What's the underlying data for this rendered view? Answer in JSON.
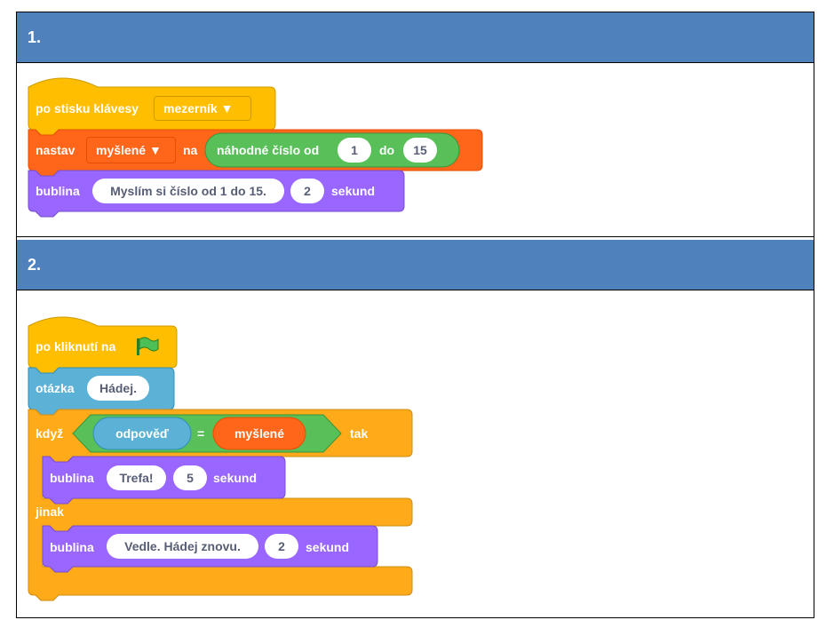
{
  "section1": {
    "number": "1.",
    "hat_label": "po stisku klávesy",
    "key_value": "mezerník",
    "set_label": "nastav",
    "set_variable": "myšlené",
    "set_to": "na",
    "random_label": "náhodné číslo od",
    "random_from": "1",
    "random_to_label": "do",
    "random_to": "15",
    "say_label": "bublina",
    "say_text": "Myslím si číslo od 1 do 15.",
    "say_secs": "2",
    "say_unit": "sekund"
  },
  "section2": {
    "number": "2.",
    "hat_label": "po kliknutí na",
    "ask_label": "otázka",
    "ask_text": "Hádej.",
    "if_label": "když",
    "answer_label": "odpověď",
    "equals": "=",
    "variable": "myšlené",
    "then_label": "tak",
    "say1_label": "bublina",
    "say1_text": "Trefa!",
    "say1_secs": "5",
    "say1_unit": "sekund",
    "else_label": "jinak",
    "say2_label": "bublina",
    "say2_text": "Vedle. Hádej znovu.",
    "say2_secs": "2",
    "say2_unit": "sekund"
  },
  "colors": {
    "header": "#4f81bd",
    "events": "#ffbf00",
    "events_dark": "#ffab19",
    "variables": "#ff8c1a",
    "variables_dark": "#ff661a",
    "operators": "#59c059",
    "looks": "#9966ff",
    "sensing": "#5cb1d6",
    "control": "#ffab19"
  }
}
